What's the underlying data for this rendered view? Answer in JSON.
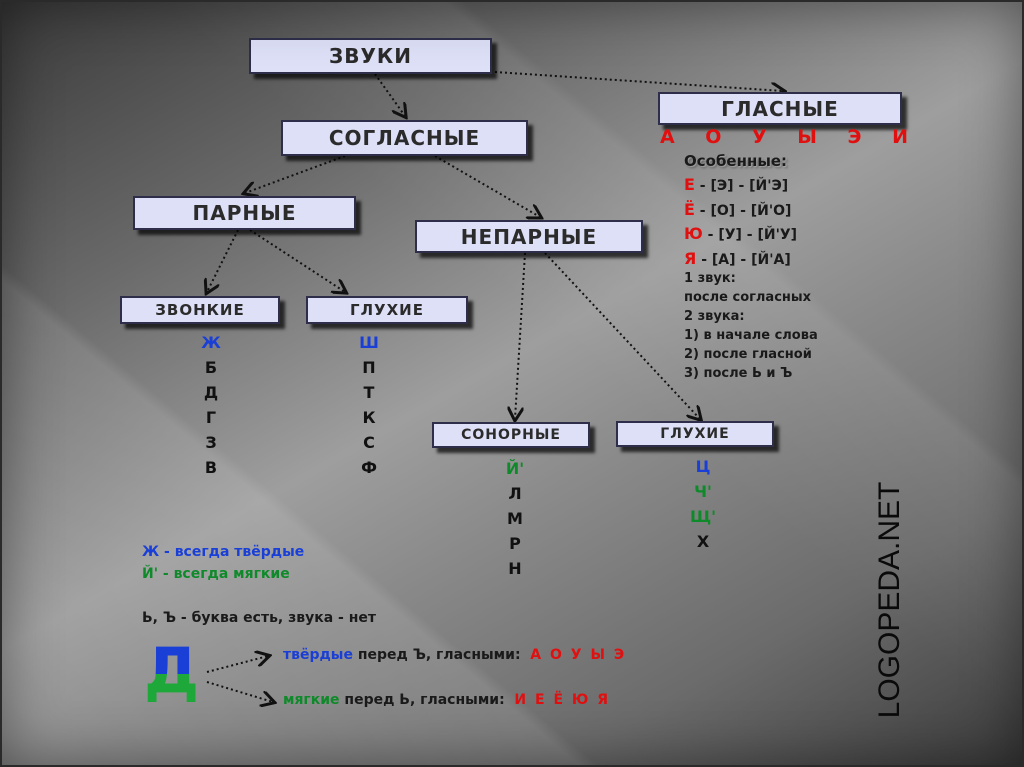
{
  "boxes": {
    "sounds": "ЗВУКИ",
    "consonants": "СОГЛАСНЫЕ",
    "vowels": "ГЛАСНЫЕ",
    "paired": "ПАРНЫЕ",
    "unpaired": "НЕПАРНЫЕ",
    "voiced": "ЗВОНКИЕ",
    "voiceless_paired": "ГЛУХИЕ",
    "sonorant": "СОНОРНЫЕ",
    "voiceless_unpaired": "ГЛУХИЕ"
  },
  "vowels_list": [
    "А",
    "О",
    "У",
    "Ы",
    "Э",
    "И"
  ],
  "special": {
    "heading": "Особенные:",
    "rows": [
      {
        "letter": "Е",
        "rest": " - [Э] - [Й'Э]"
      },
      {
        "letter": "Ё",
        "rest": " - [О] - [Й'О]"
      },
      {
        "letter": "Ю",
        "rest": " - [У] - [Й'У]"
      },
      {
        "letter": "Я",
        "rest": " - [А] - [Й'А]"
      }
    ],
    "notes": [
      "1 звук:",
      "после согласных",
      "2 звука:",
      "1) в начале слова",
      "2) после гласной",
      "3) после Ь и Ъ"
    ]
  },
  "voiced_letters": [
    "Ж",
    "Б",
    "Д",
    "Г",
    "З",
    "В"
  ],
  "voiceless_letters": [
    "Ш",
    "П",
    "Т",
    "К",
    "С",
    "Ф"
  ],
  "sonorant_letters": [
    "Й'",
    "Л",
    "М",
    "Р",
    "Н"
  ],
  "voiceless_unpaired_letters": [
    "Ц",
    "Ч'",
    "Щ'",
    "Х"
  ],
  "notes_bottom": {
    "zh_letter": "Ж",
    "zh_text": " - всегда твёрдые",
    "y_letter": "Й'",
    "y_text": " - всегда мягкие",
    "signs": "Ь, Ъ - буква есть, звука - нет",
    "d_letter": "Д",
    "hard_word": "твёрдые",
    "hard_rest": " перед Ъ, гласными:",
    "hard_vowels": "А О У Ы Э",
    "soft_word": "мягкие",
    "soft_rest": " перед Ь, гласными:",
    "soft_vowels": "И Е Ё Ю Я"
  },
  "watermark": "LOGOPEDA.NET",
  "colors": {
    "box_fill": "#dde0f7",
    "blue": "#1a3fd6",
    "green": "#0f8a2a",
    "red": "#e01010"
  }
}
